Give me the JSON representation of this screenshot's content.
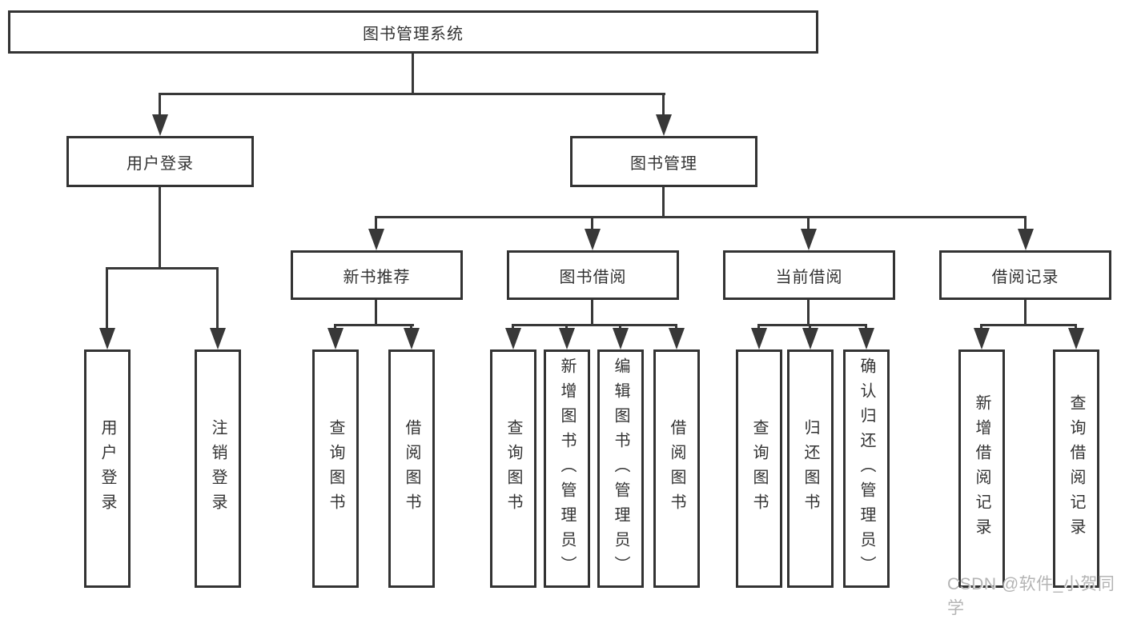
{
  "diagram": {
    "root_label": "图书管理系统",
    "level1": [
      {
        "label": "用户登录"
      },
      {
        "label": "图书管理"
      }
    ],
    "level2": [
      {
        "label": "新书推荐",
        "parent": "图书管理"
      },
      {
        "label": "图书借阅",
        "parent": "图书管理"
      },
      {
        "label": "当前借阅",
        "parent": "图书管理"
      },
      {
        "label": "借阅记录",
        "parent": "图书管理"
      }
    ],
    "leaves": [
      {
        "label": "用户登录",
        "parent": "用户登录"
      },
      {
        "label": "注销登录",
        "parent": "用户登录"
      },
      {
        "label": "查询图书",
        "parent": "新书推荐"
      },
      {
        "label": "借阅图书",
        "parent": "新书推荐"
      },
      {
        "label": "查询图书",
        "parent": "图书借阅"
      },
      {
        "label": "新增图书（管理员）",
        "parent": "图书借阅"
      },
      {
        "label": "编辑图书（管理员）",
        "parent": "图书借阅"
      },
      {
        "label": "借阅图书",
        "parent": "图书借阅"
      },
      {
        "label": "查询图书",
        "parent": "当前借阅"
      },
      {
        "label": "归还图书",
        "parent": "当前借阅"
      },
      {
        "label": "确认归还（管理员）",
        "parent": "当前借阅"
      },
      {
        "label": "新增借阅记录",
        "parent": "借阅记录"
      },
      {
        "label": "查询借阅记录",
        "parent": "借阅记录"
      }
    ]
  },
  "watermark": {
    "text": "CSDN @软件_小贺同学"
  },
  "colors": {
    "line": "#383838",
    "text": "#333333",
    "box_border": "#333333",
    "watermark": "#b4b4b4",
    "background": "#ffffff"
  }
}
